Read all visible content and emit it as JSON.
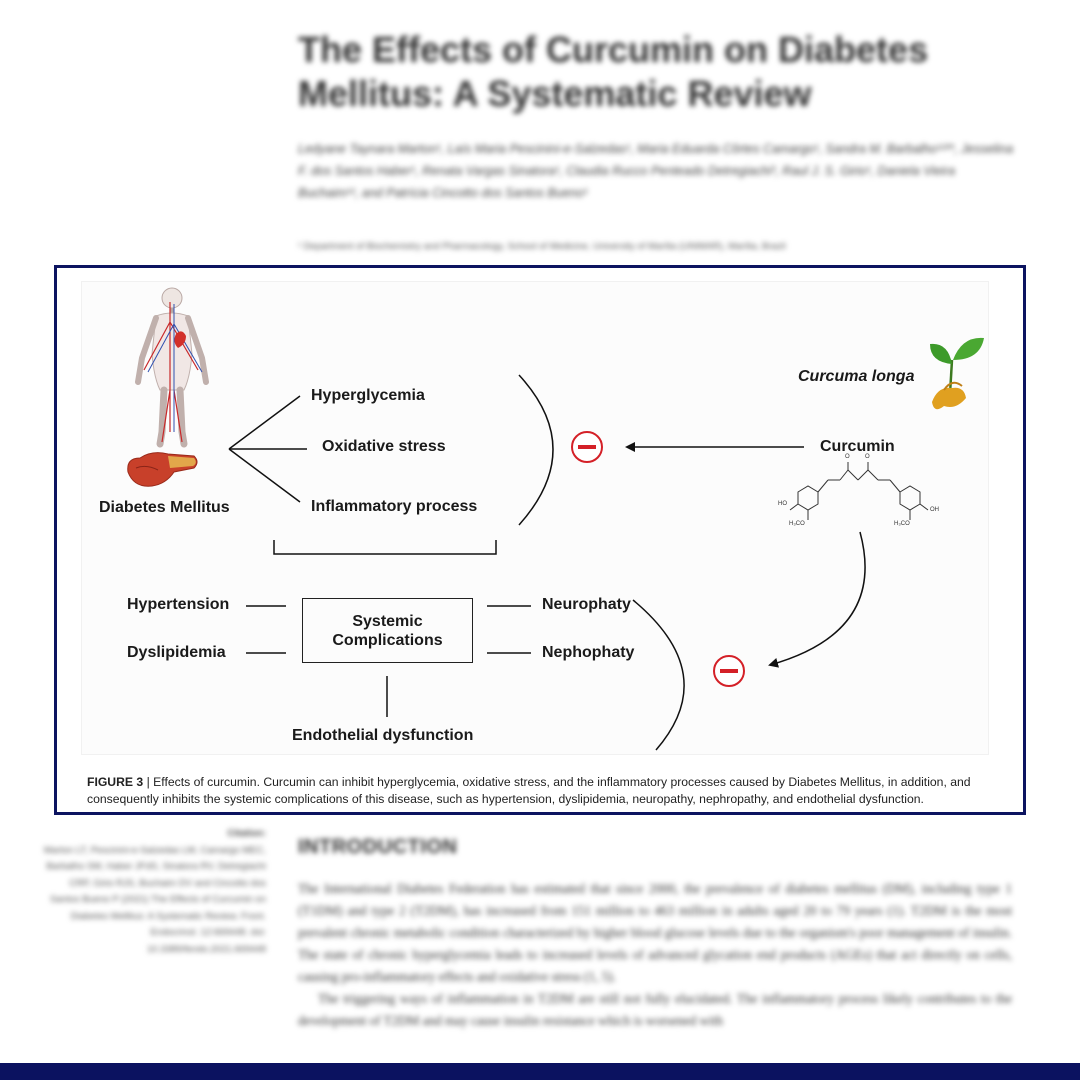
{
  "paper": {
    "title": "The Effects of Curcumin on Diabetes Mellitus: A Systematic Review",
    "authors": "Ledyane Taynara Marton¹, Laís Maria Pescinini-e-Salzedas¹, Maria Eduarda Côrtes Camargo¹, Sandra M. Barbalho¹²³*, Jesselina F. dos Santos Haber¹, Renata Vargas Sinatora¹, Claudia Rucco Penteado Detregiachi³, Raul J. S. Girio¹, Daniela Vieira Buchaim¹², and Patrícia Cincotto dos Santos Bueno¹",
    "affiliation": "¹ Department of Biochemistry and Pharmacology, School of Medicine, University of Marília (UNIMAR), Marília, Brazil"
  },
  "citation": {
    "label": "Citation:",
    "text": "Marton LT, Pescinini-e-Salzedas LM, Camargo MEC, Barbalho SM, Haber JFdS, Sinatora RV, Detregiachi CRP, Girio RJS, Buchaim DV and Cincotto dos Santos Bueno P (2021) The Effects of Curcumin on Diabetes Mellitus: A Systematic Review. Front. Endocrinol. 12:669448. doi: 10.3389/fendo.2021.669448"
  },
  "introduction": {
    "heading": "INTRODUCTION",
    "paragraph_1": "The International Diabetes Federation has estimated that since 2000, the prevalence of diabetes mellitus (DM), including type 1 (T1DM) and type 2 (T2DM), has increased from 151 million to 463 million in adults aged 20 to 79 years (1). T2DM is the most prevalent chronic metabolic condition characterized by higher blood glucose levels due to the organism's poor management of insulin. The state of chronic hyperglycemia leads to increased levels of advanced glycation end products (AGEs) that act directly on cells, causing pro-inflammatory effects and oxidative stress (1, 5).",
    "paragraph_2": "The triggering ways of inflammation in T2DM are still not fully elucidated. The inflammatory process likely contributes to the development of T2DM and may cause insulin resistance which is worsened with"
  },
  "figure": {
    "labels": {
      "diabetes": "Diabetes Mellitus",
      "hyperglycemia": "Hyperglycemia",
      "oxidative_stress": "Oxidative stress",
      "inflammatory": "Inflammatory process",
      "curcuma": "Curcuma longa",
      "curcumin": "Curcumin",
      "hypertension": "Hypertension",
      "dyslipidemia": "Dyslipidemia",
      "systemic_line1": "Systemic",
      "systemic_line2": "Complications",
      "neuropathy": "Neurophaty",
      "nephropathy": "Nephophaty",
      "endothelial": "Endothelial dysfunction"
    },
    "molecule": {
      "ho_left": "HO",
      "oh_right": "OH",
      "h3co_left": "H₃CO",
      "h3co_right": "H₃CO",
      "o": "O"
    },
    "caption_label": "FIGURE 3",
    "caption_text": "| Effects of curcumin. Curcumin can inhibit hyperglycemia, oxidative stress, and the inflammatory processes caused by Diabetes Mellitus, in addition, and consequently inhibits the systemic complications of this disease, such as hypertension, dyslipidemia, neuropathy, nephropathy, and endothelial dysfunction.",
    "colors": {
      "inhibit": "#d42027",
      "frame": "#0c1460",
      "leaf": "#3d9a2a",
      "root": "#e0a020",
      "pancreas": "#c8402a"
    },
    "icons": [
      "human-circulatory-system-icon",
      "pancreas-icon",
      "curcuma-plant-icon",
      "curcumin-molecule-icon",
      "inhibition-symbol-icon"
    ]
  }
}
